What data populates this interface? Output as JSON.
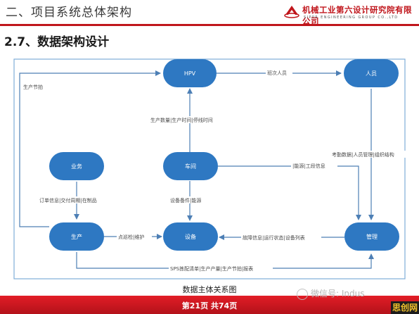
{
  "header": {
    "section": "二、项目系统总体架构",
    "org_name": "机械工业第六设计研究院有限公司",
    "org_english": "SIPPR ENGINEERING GROUP CO.,LTD"
  },
  "page_title": "2.7、数据架构设计",
  "diagram": {
    "nodes": {
      "hpv": "HPV",
      "personnel": "人员",
      "business": "业务",
      "workshop": "车间",
      "production": "生产",
      "equipment": "设备",
      "management": "管理"
    },
    "edges": {
      "prod_to_hpv": "生产节拍",
      "hpv_to_personnel": "班次人员",
      "workshop_to_hpv": "生产数量|生产时间|停线时间",
      "personnel_to_mgmt": "考勤数据|人员管理|组织结构",
      "workshop_to_mgmt": "|能源|工段信息",
      "business_to_prod": "订单信息|交付周期|在制品",
      "workshop_to_equipment": "设备备件|能源",
      "prod_to_equipment": "点巡检|维护",
      "mgmt_to_equipment": "故障信息|运行状态|设备列表",
      "prod_to_mgmt": "SPS拣配清单|生产产量|生产节拍|报表"
    }
  },
  "caption": "数据主体关系图",
  "footer": {
    "page": "第21页 共74页",
    "watermark": "微信号: Indus",
    "badge": "思创网"
  },
  "colors": {
    "node_fill": "#2e78c2",
    "edge": "#4d7fb5",
    "frame": "#7faed8",
    "accent_red": "#c0161c"
  }
}
